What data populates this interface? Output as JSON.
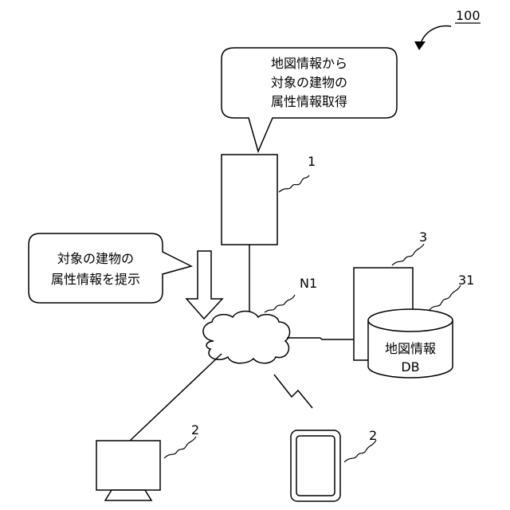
{
  "figure": {
    "ref": "100"
  },
  "server": {
    "ref": "1"
  },
  "terminals": {
    "ref_pc": "2",
    "ref_tablet": "2"
  },
  "map_server": {
    "ref": "3"
  },
  "database": {
    "ref": "31",
    "label_line1": "地図情報",
    "label_line2": "DB"
  },
  "network": {
    "ref": "N1"
  },
  "bubble_top": {
    "lines": [
      "地図情報から",
      "対象の建物の",
      "属性情報取得"
    ]
  },
  "bubble_left": {
    "lines": [
      "対象の建物の",
      "属性情報を提示"
    ]
  }
}
